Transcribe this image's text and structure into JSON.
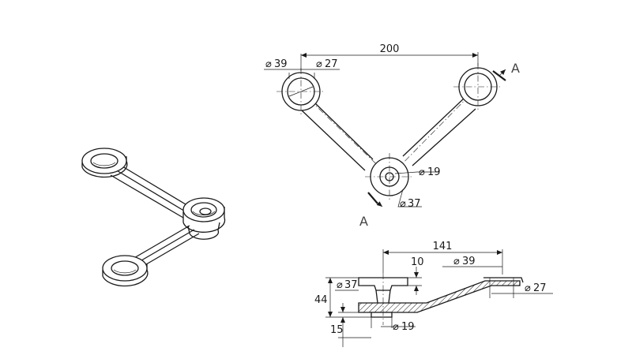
{
  "drawing": {
    "top_view": {
      "overall_span": "200",
      "arm_ring_outer_dia": "39",
      "arm_ring_inner_dia": "27",
      "hub_inner_dia": "19",
      "hub_outer_dia": "37",
      "section_mark_top": "A",
      "section_mark_bottom": "A"
    },
    "side_view": {
      "length": "141",
      "flange_thickness": "10",
      "ring_outer_dia": "39",
      "ring_inner_dia": "27",
      "flange_dia": "37",
      "overall_height": "44",
      "base_height": "15",
      "boss_dia": "19"
    },
    "diameter_symbol": "⌀"
  },
  "colors": {
    "line": "#1a1a1a",
    "background": "#ffffff"
  }
}
